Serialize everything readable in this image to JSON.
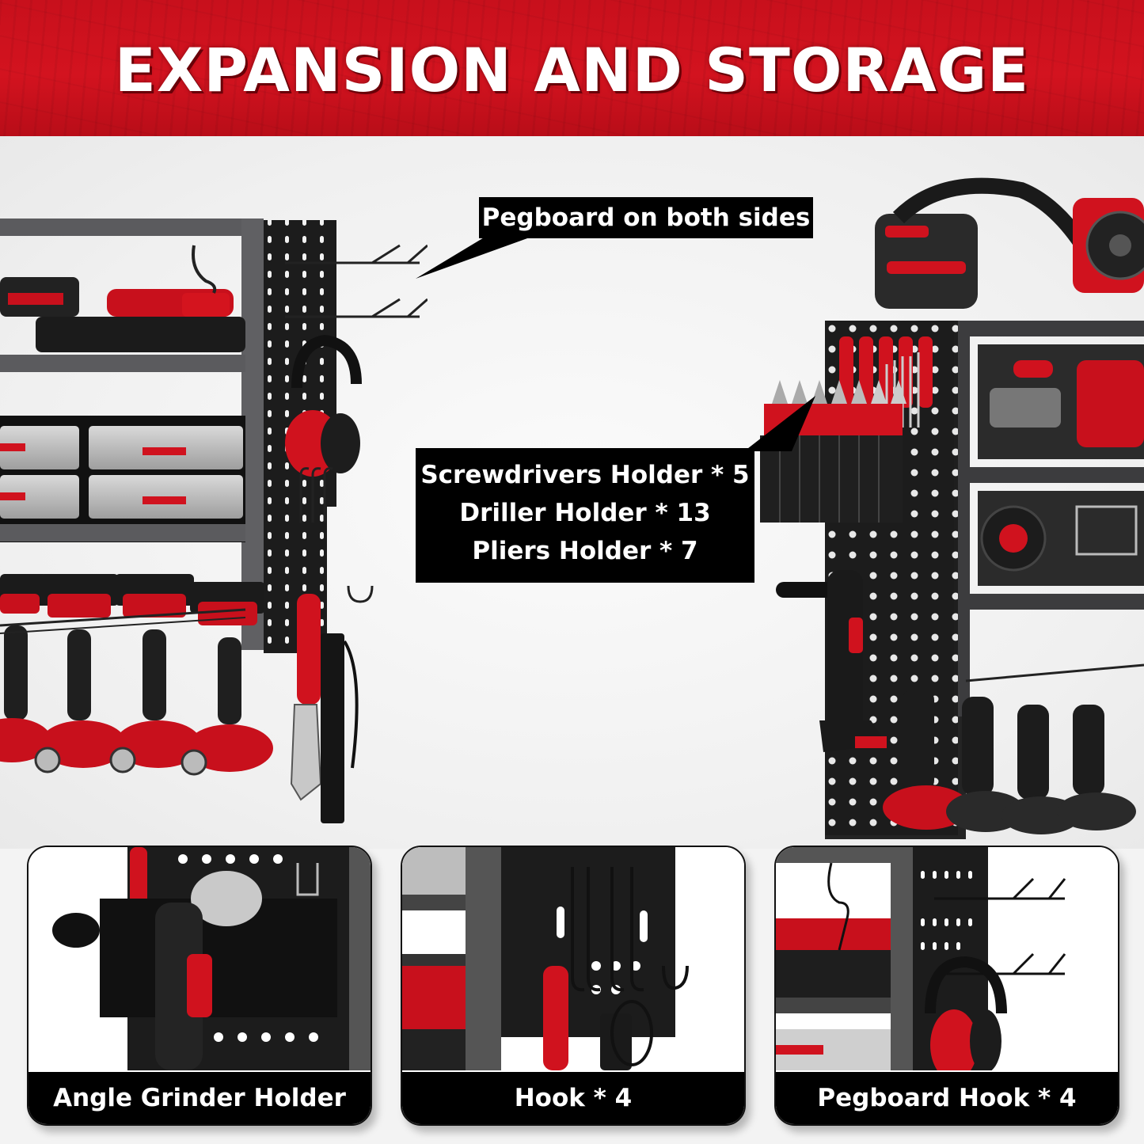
{
  "banner": {
    "title": "EXPANSION AND STORAGE",
    "background_color": "#d0121e",
    "text_color": "#ffffff"
  },
  "callouts": {
    "pegboard": {
      "label": "Pegboard on both sides"
    },
    "holders": {
      "lines": [
        "Screwdrivers Holder * 5",
        "Driller Holder * 13",
        "Pliers Holder * 7"
      ]
    }
  },
  "illustrations": {
    "left_rack": {
      "description": "Wall-mounted tool rack with pegboard side panel, drawers, and 4 drills"
    },
    "right_rack": {
      "description": "Tool rack side view with screwdriver, plier and drill bit holders, angle grinder holder, drills"
    }
  },
  "panels": [
    {
      "caption": "Angle Grinder Holder",
      "icon": "angle-grinder-holder"
    },
    {
      "caption": "Hook * 4",
      "icon": "hook"
    },
    {
      "caption": "Pegboard Hook * 4",
      "icon": "pegboard-hook"
    }
  ],
  "colors": {
    "accent_red": "#d0121e",
    "frame_gray": "#5b5b5e",
    "pegboard_black": "#1a1a1a",
    "caption_black": "#000000"
  }
}
